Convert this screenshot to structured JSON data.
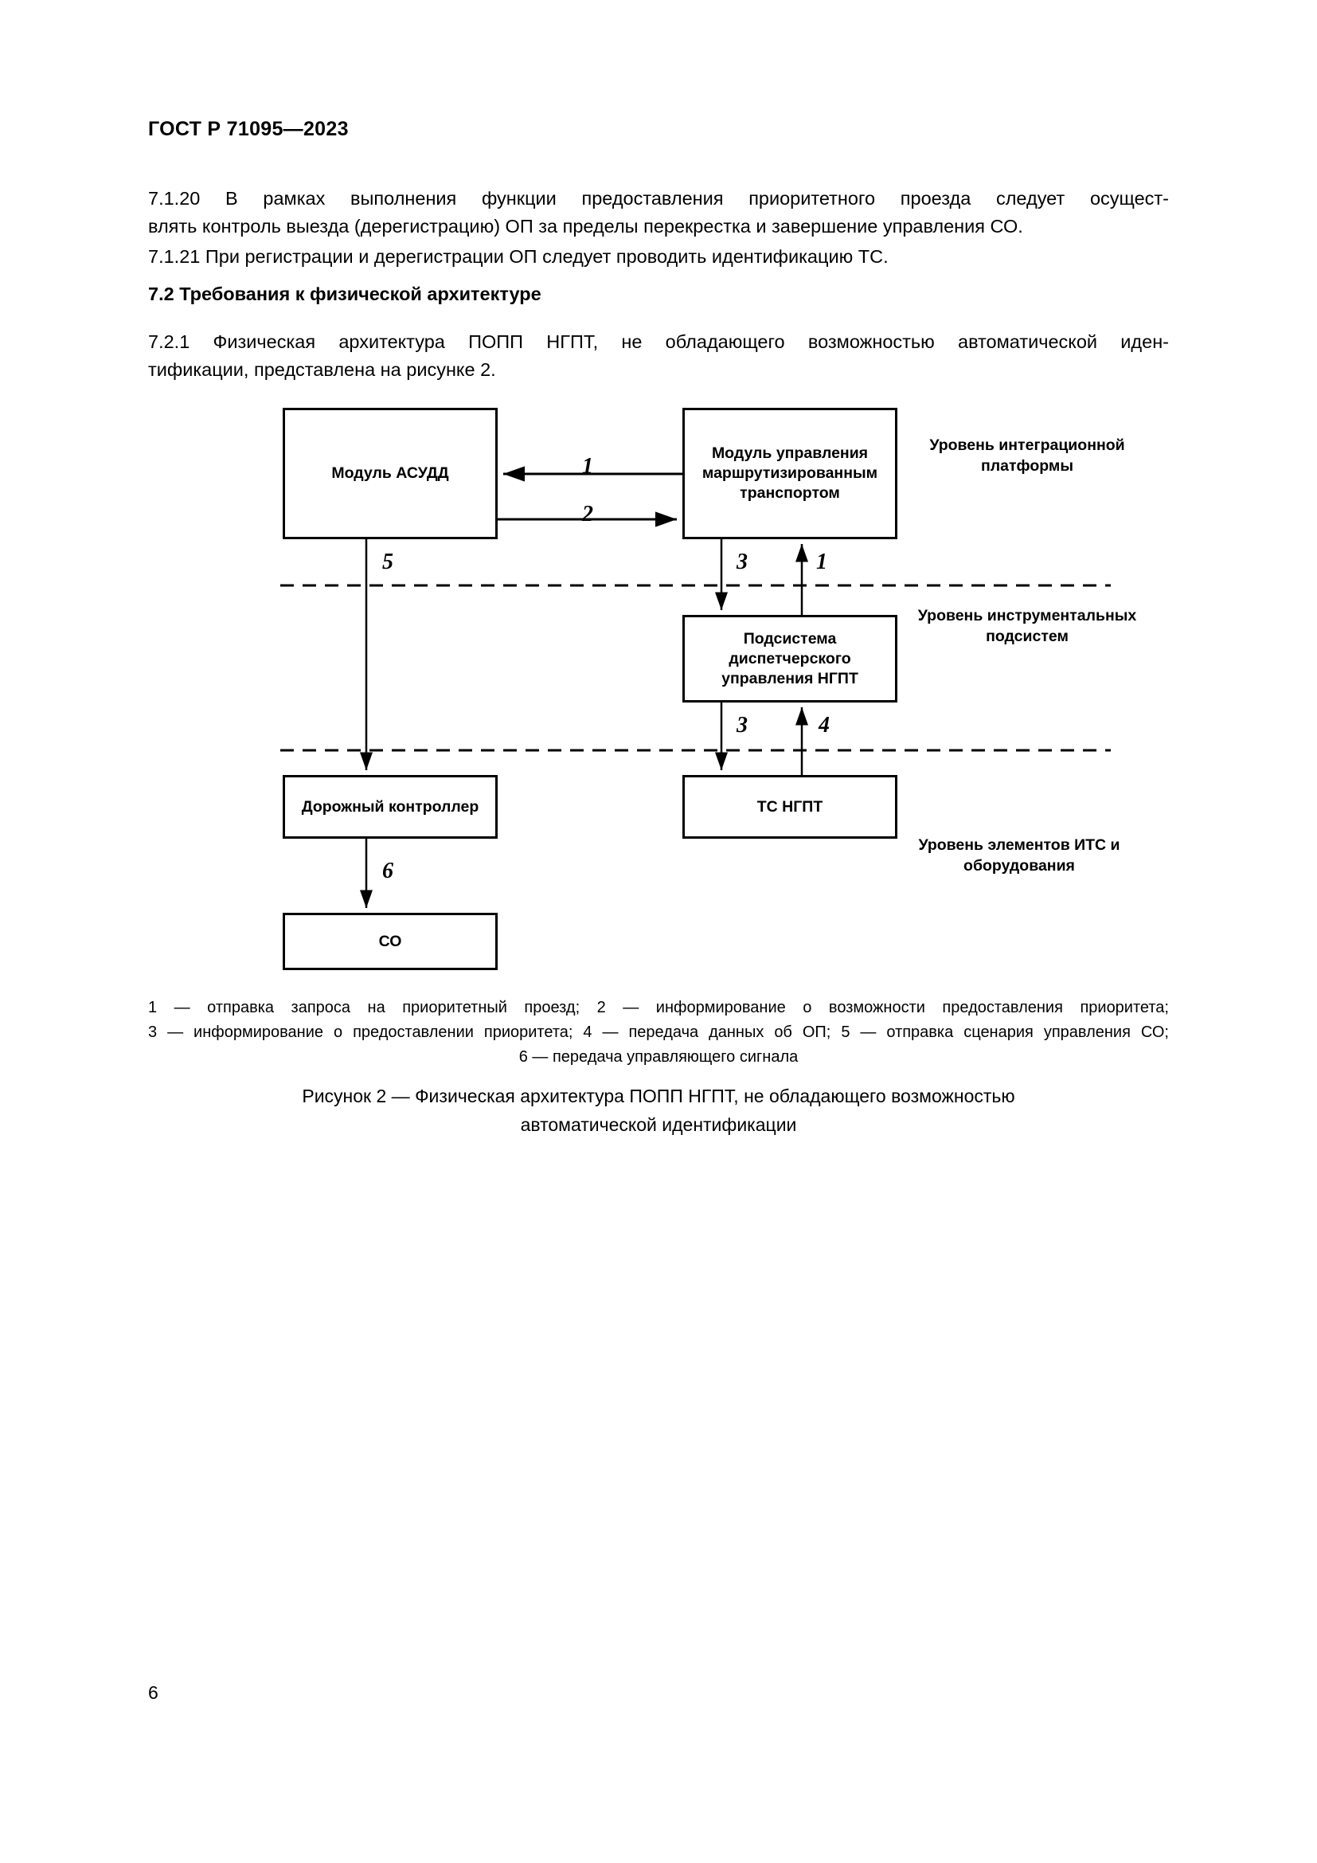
{
  "document": {
    "running_head": "ГОСТ Р 71095—2023",
    "page_number": "6"
  },
  "body": {
    "paragraphs": [
      {
        "number": "7.1.20",
        "lines": [
          "7.1.20  В рамках выполнения функции предоставления приоритетного проезда следует осущест-",
          "влять контроль выезда (дерегистрацию) ОП за пределы перекрестка и завершение управления СО."
        ]
      },
      {
        "number": "7.1.21",
        "lines": [
          "7.1.21  При регистрации и дерегистрации ОП следует проводить идентификацию ТС."
        ]
      }
    ],
    "heading_7_2": "7.2  Требования к физической архитектуре",
    "paragraph_7_2_1": {
      "number": "7.2.1",
      "lines": [
        "7.2.1  Физическая архитектура ПОПП НГПТ, не обладающего возможностью автоматической иден-",
        "тификации, представлена на рисунке 2."
      ]
    }
  },
  "figure": {
    "boxes": [
      {
        "id": "asudd",
        "label": "Модуль АСУДД"
      },
      {
        "id": "mumt",
        "label": "Модуль управления маршрутизированным транспортом"
      },
      {
        "id": "podsistema",
        "label": "Подсистема диспетчерского управления НГПТ"
      },
      {
        "id": "dk",
        "label": "Дорожный контроллер"
      },
      {
        "id": "ts",
        "label": "ТС НГПТ"
      },
      {
        "id": "so",
        "label": "СО"
      }
    ],
    "level_labels": [
      {
        "id": "integration",
        "label": "Уровень интеграционной платформы"
      },
      {
        "id": "instrument",
        "label": "Уровень инструментальных подсистем"
      },
      {
        "id": "elements",
        "label": "Уровень элементов ИТС и оборудования"
      }
    ],
    "edge_numbers": {
      "mumt_to_asudd": "1",
      "asudd_to_mumt": "2",
      "asudd_to_dk": "5",
      "mumt_to_podsistema": "3",
      "podsistema_to_mumt": "1",
      "podsistema_to_ts": "3",
      "ts_to_podsistema": "4",
      "dk_to_so": "6"
    },
    "legend_lines": [
      "1 — отправка запроса на приоритетный проезд; 2 — информирование о возможности предоставления приоритета;",
      "3 — информирование о предоставлении приоритета; 4 — передача данных об ОП; 5 — отправка сценария управления СО;",
      "6 — передача управляющего сигнала"
    ],
    "caption_lines": [
      "Рисунок 2 — Физическая архитектура ПОПП НГПТ, не обладающего возможностью",
      "автоматической идентификации"
    ]
  },
  "chart_data": {
    "type": "diagram",
    "title": "Рисунок 2 — Физическая архитектура ПОПП НГПТ, не обладающего возможностью автоматической идентификации",
    "nodes": [
      {
        "id": "asudd",
        "label": "Модуль АСУДД",
        "level": "Уровень интеграционной платформы"
      },
      {
        "id": "mumt",
        "label": "Модуль управления маршрутизированным транспортом",
        "level": "Уровень интеграционной платформы"
      },
      {
        "id": "podsistema",
        "label": "Подсистема диспетчерского управления НГПТ",
        "level": "Уровень инструментальных подсистем"
      },
      {
        "id": "dk",
        "label": "Дорожный контроллер",
        "level": "Уровень элементов ИТС и оборудования"
      },
      {
        "id": "ts",
        "label": "ТС НГПТ",
        "level": "Уровень элементов ИТС и оборудования"
      },
      {
        "id": "so",
        "label": "СО",
        "level": "Уровень элементов ИТС и оборудования"
      }
    ],
    "edges": [
      {
        "from": "mumt",
        "to": "asudd",
        "label": "1",
        "meaning": "отправка запроса на приоритетный проезд"
      },
      {
        "from": "asudd",
        "to": "mumt",
        "label": "2",
        "meaning": "информирование о возможности предоставления приоритета"
      },
      {
        "from": "mumt",
        "to": "podsistema",
        "label": "3",
        "meaning": "информирование о предоставлении приоритета"
      },
      {
        "from": "podsistema",
        "to": "mumt",
        "label": "1",
        "meaning": "отправка запроса на приоритетный проезд"
      },
      {
        "from": "podsistema",
        "to": "ts",
        "label": "3",
        "meaning": "информирование о предоставлении приоритета"
      },
      {
        "from": "ts",
        "to": "podsistema",
        "label": "4",
        "meaning": "передача данных об ОП"
      },
      {
        "from": "asudd",
        "to": "dk",
        "label": "5",
        "meaning": "отправка сценария управления СО"
      },
      {
        "from": "dk",
        "to": "so",
        "label": "6",
        "meaning": "передача управляющего сигнала"
      }
    ],
    "separators": [
      "dashed line between integration platform level and instrumental subsystems level",
      "dashed line between instrumental subsystems level and ITS elements level"
    ]
  }
}
